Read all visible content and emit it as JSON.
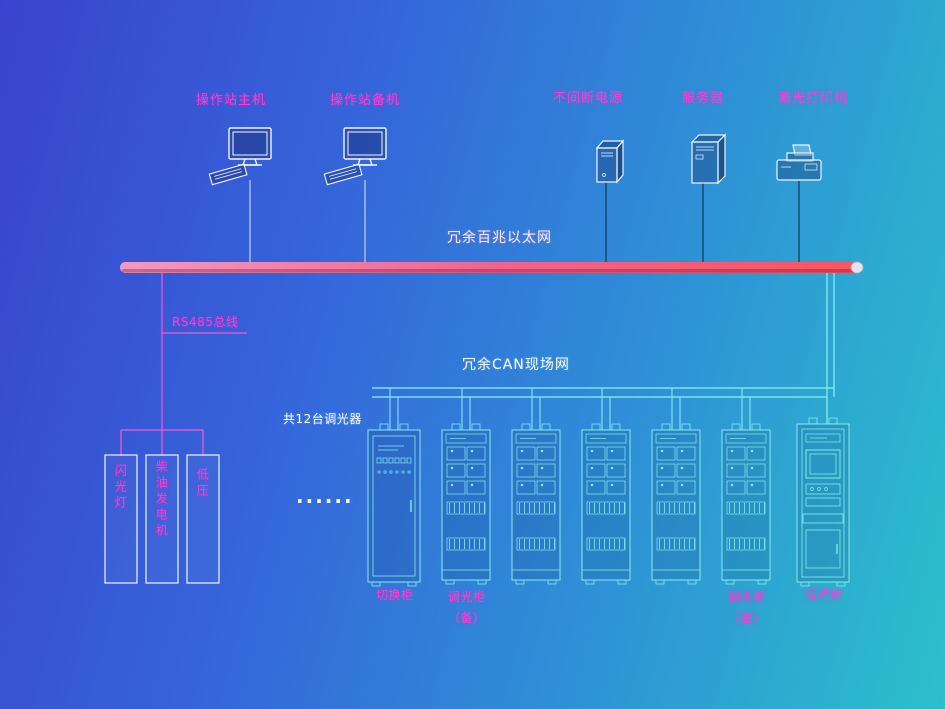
{
  "labels": {
    "operator_host": "操作站主机",
    "operator_backup": "操作站备机",
    "ups": "不间断电源",
    "server": "服务器",
    "printer": "激光打印机",
    "ethernet_bus": "冗余百兆以太网",
    "rs485_bus": "RS485总线",
    "can_bus": "冗余CAN现场网",
    "dimmer_count": "共12台调光器",
    "ellipsis": "······",
    "panel_flash": "闪光灯",
    "panel_diesel": "柴油发电机",
    "panel_low_voltage": "低压",
    "cab_switch": "切换柜",
    "cab_dimmer_backup": "调光柜",
    "cab_dimmer_backup_suffix": "（备）",
    "cab_dimmer_main": "调光柜",
    "cab_dimmer_main_suffix": "（主）",
    "cab_monitor": "监控柜"
  },
  "colors": {
    "label_magenta": "#ff3bd4",
    "label_white": "#f4fcff",
    "cabinet_cyan": "#86ecec",
    "rs485_pink": "#ff55d8",
    "ethernet_bus_pink": "#ef6590",
    "background_top_left": "#3a43cd",
    "background_bottom_right": "#2cc0cb"
  }
}
